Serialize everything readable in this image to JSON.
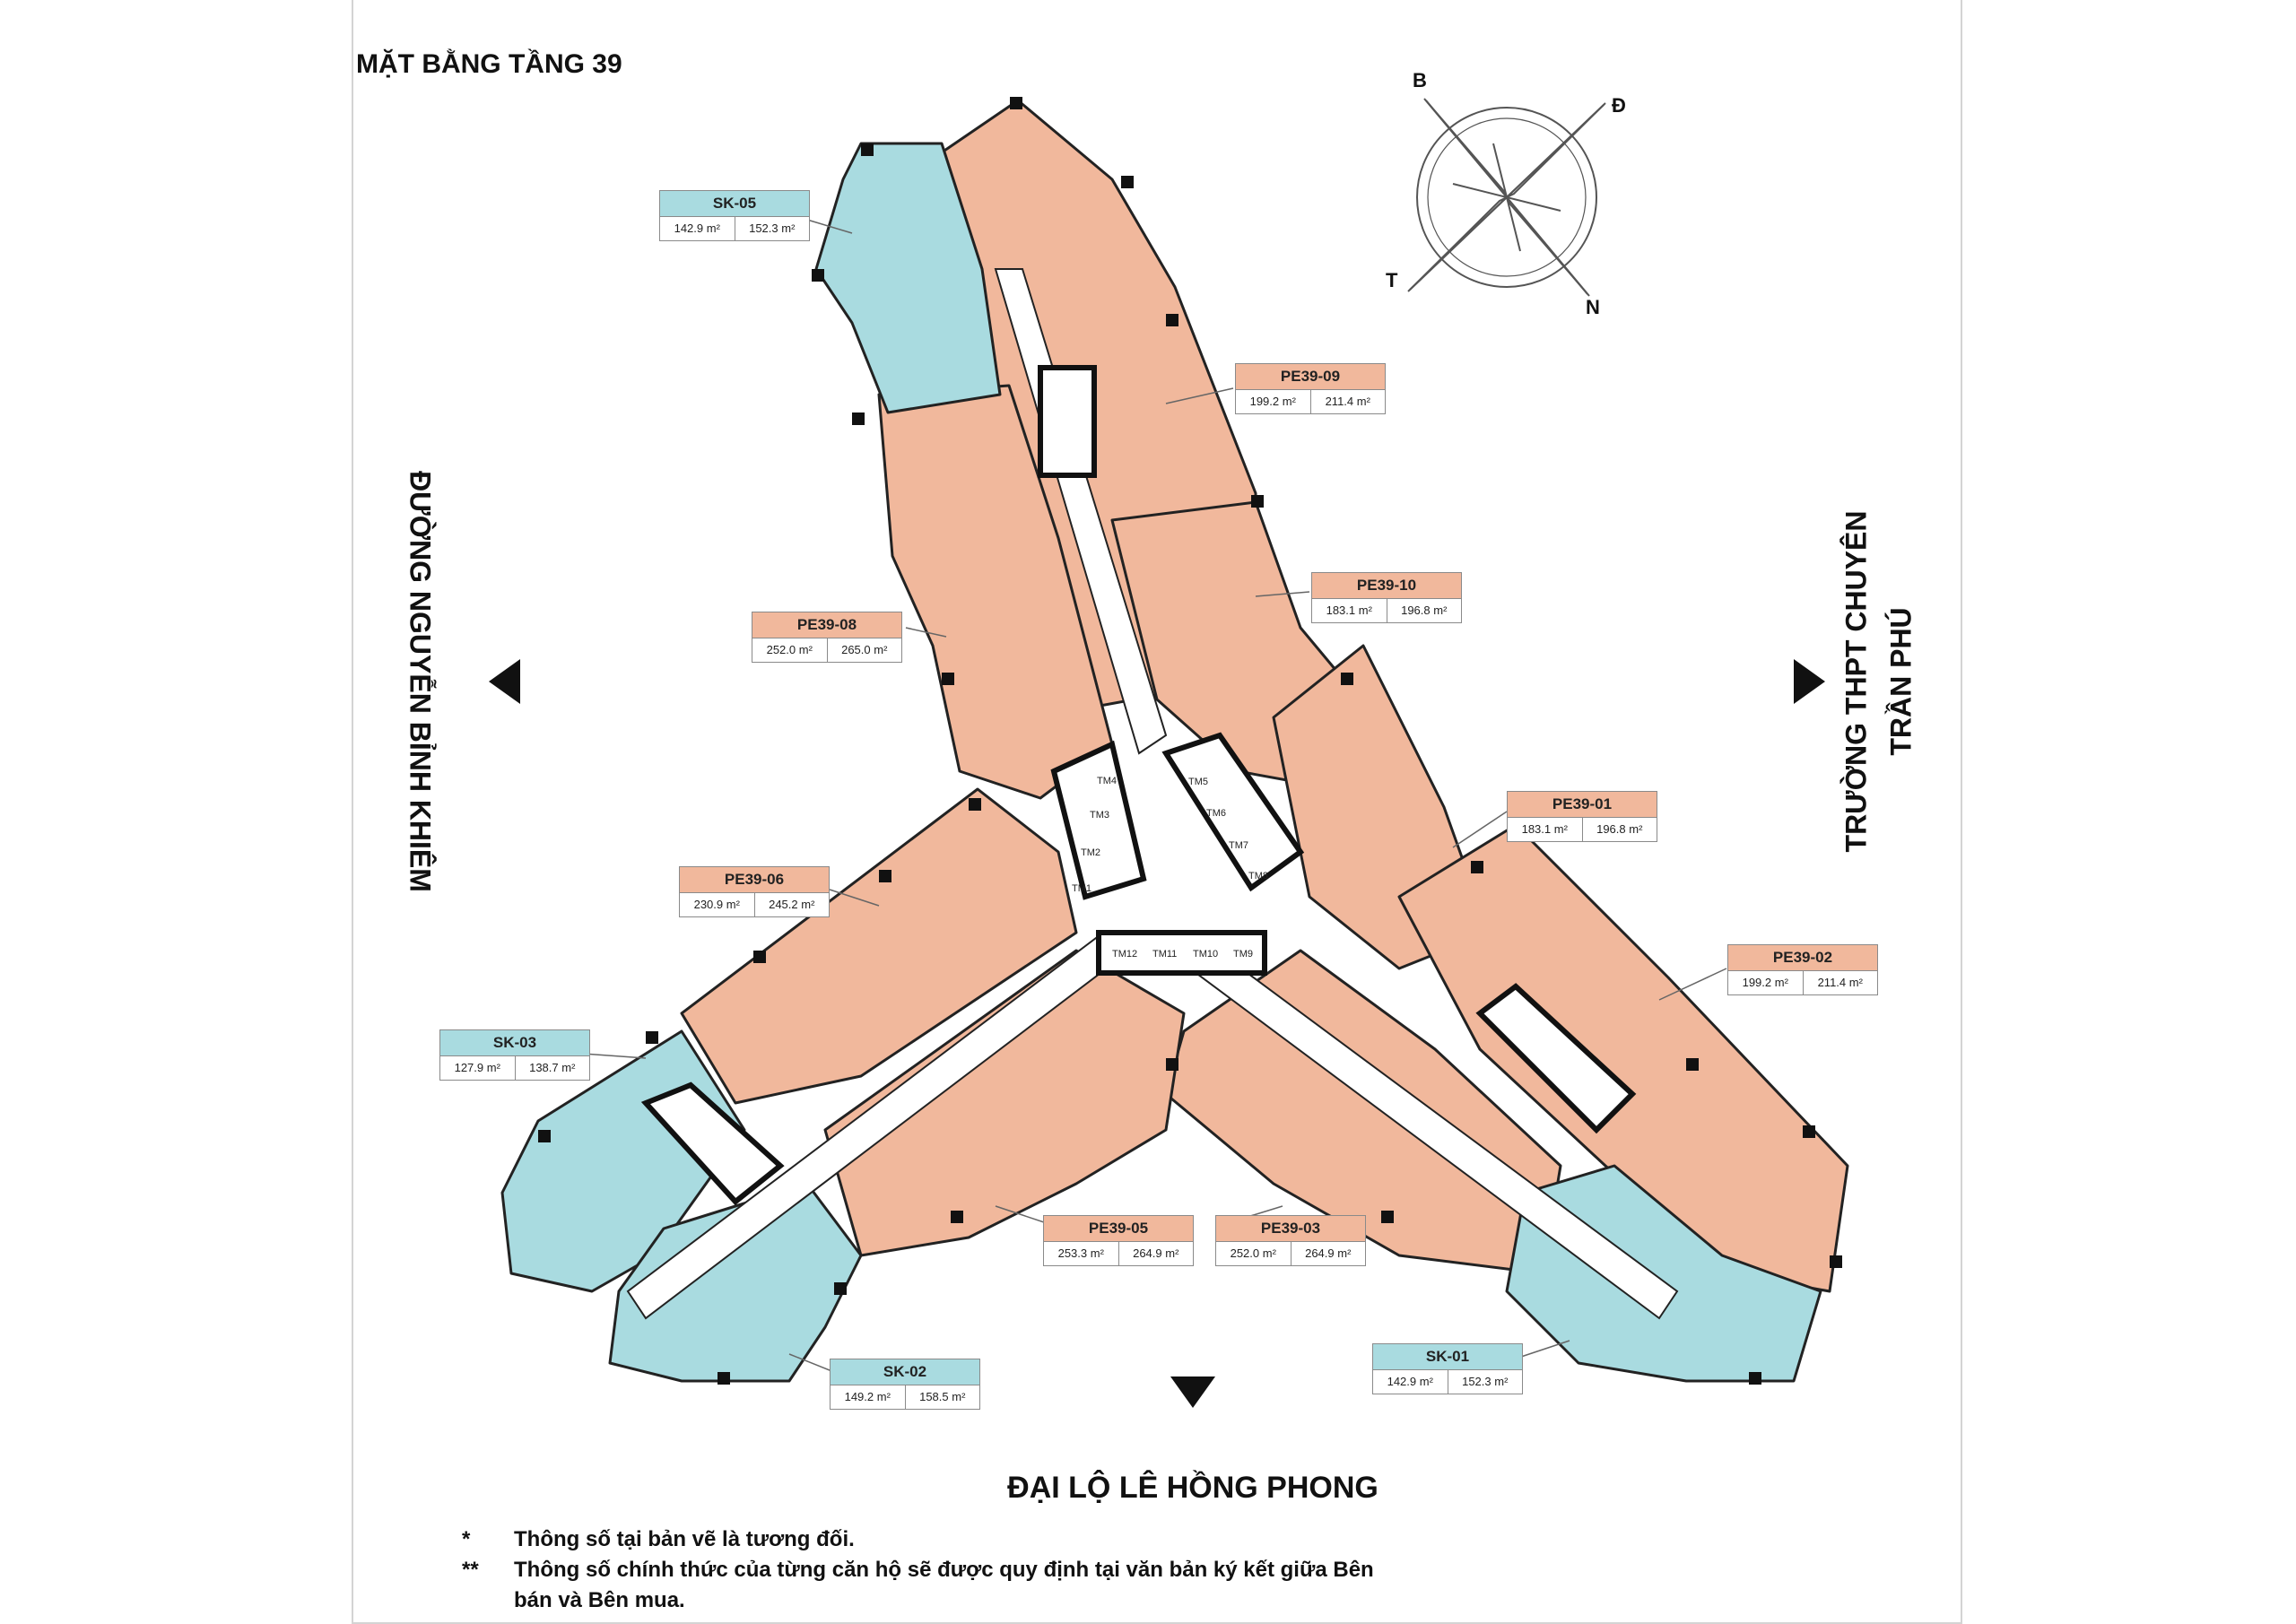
{
  "title": "MẶT BẰNG TẦNG 39",
  "streets": {
    "left": "ĐƯỜNG NGUYỄN BỈNH KHIÊM",
    "right_line1": "TRƯỜNG THPT CHUYÊN",
    "right_line2": "TRẦN PHÚ",
    "bottom": "ĐẠI LỘ LÊ HỒNG PHONG"
  },
  "compass": {
    "north": "B",
    "east": "Đ",
    "south": "N",
    "west": "T"
  },
  "units": [
    {
      "id": "SK-05",
      "type": "sk",
      "area1": "142.9 m²",
      "area2": "152.3 m²"
    },
    {
      "id": "PE39-09",
      "type": "pe",
      "area1": "199.2 m²",
      "area2": "211.4 m²"
    },
    {
      "id": "PE39-10",
      "type": "pe",
      "area1": "183.1 m²",
      "area2": "196.8 m²"
    },
    {
      "id": "PE39-08",
      "type": "pe",
      "area1": "252.0 m²",
      "area2": "265.0 m²"
    },
    {
      "id": "PE39-01",
      "type": "pe",
      "area1": "183.1 m²",
      "area2": "196.8 m²"
    },
    {
      "id": "PE39-06",
      "type": "pe",
      "area1": "230.9 m²",
      "area2": "245.2 m²"
    },
    {
      "id": "PE39-02",
      "type": "pe",
      "area1": "199.2 m²",
      "area2": "211.4 m²"
    },
    {
      "id": "SK-03",
      "type": "sk",
      "area1": "127.9 m²",
      "area2": "138.7 m²"
    },
    {
      "id": "PE39-05",
      "type": "pe",
      "area1": "253.3 m²",
      "area2": "264.9 m²"
    },
    {
      "id": "PE39-03",
      "type": "pe",
      "area1": "252.0 m²",
      "area2": "264.9 m²"
    },
    {
      "id": "SK-02",
      "type": "sk",
      "area1": "149.2 m²",
      "area2": "158.5 m²"
    },
    {
      "id": "SK-01",
      "type": "sk",
      "area1": "142.9 m²",
      "area2": "152.3 m²"
    }
  ],
  "elevators": [
    "TM1",
    "TM2",
    "TM3",
    "TM4",
    "TM5",
    "TM6",
    "TM7",
    "TM8",
    "TM9",
    "TM10",
    "TM11",
    "TM12"
  ],
  "notes": [
    {
      "marker": "*",
      "text": "Thông số tại bản vẽ là tương đối."
    },
    {
      "marker": "**",
      "text": "Thông số chính thức của từng căn hộ sẽ được quy định tại văn bản ký kết giữa Bên"
    },
    {
      "marker": "",
      "text": "bán và Bên mua."
    }
  ],
  "colors": {
    "pe_unit": "#f1b89c",
    "sk_unit": "#a9dbe0",
    "wall": "#111111",
    "corridor": "#ffffff"
  }
}
